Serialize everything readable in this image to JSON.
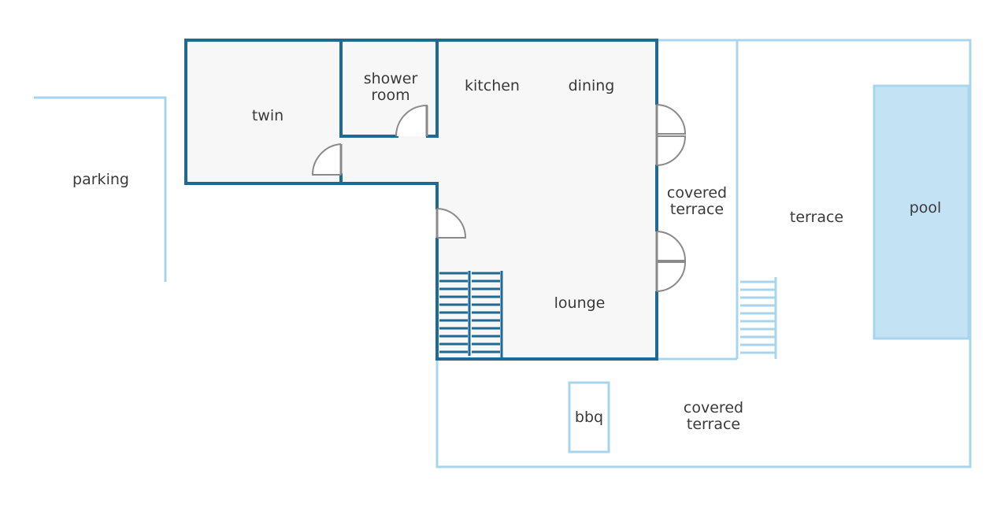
{
  "labels": {
    "parking": "parking",
    "twin": "twin",
    "shower_line1": "shower",
    "shower_line2": "room",
    "kitchen": "kitchen",
    "dining": "dining",
    "lounge": "lounge",
    "covered_terrace_right_line1": "covered",
    "covered_terrace_right_line2": "terrace",
    "terrace": "terrace",
    "pool": "pool",
    "covered_terrace_bottom_line1": "covered",
    "covered_terrace_bottom_line2": "terrace",
    "bbq": "bbq"
  },
  "colors": {
    "interior_wall": "#1f6a95",
    "exterior_line": "#a8d4ec",
    "pool_fill": "#c3e3f5",
    "room_fill": "#f7f7f7",
    "text": "#3a3a3a"
  }
}
